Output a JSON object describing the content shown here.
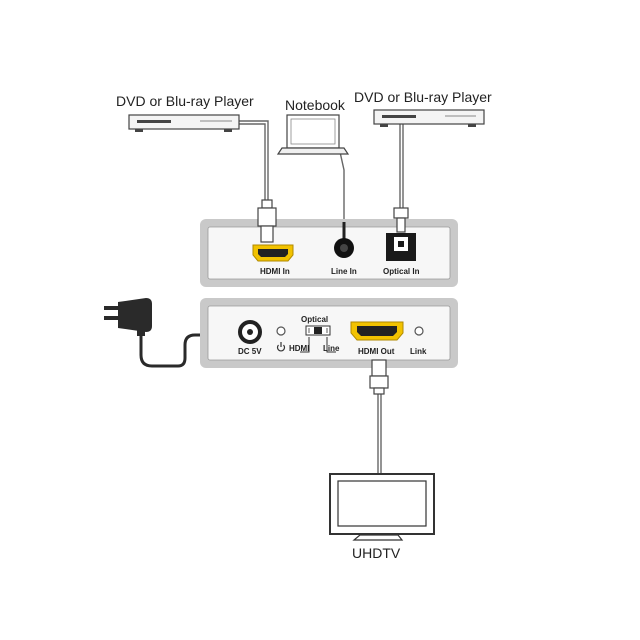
{
  "devices": {
    "dvd_left": "DVD or Blu-ray Player",
    "notebook": "Notebook",
    "dvd_right": "DVD or Blu-ray Player",
    "tv": "UHDTV"
  },
  "front_panel": {
    "hdmi_in": "HDMI In",
    "line_in": "Line In",
    "optical_in": "Optical In"
  },
  "back_panel": {
    "dc": "DC 5V",
    "switch_top": "Optical",
    "switch_left": "HDMI",
    "switch_right": "Line",
    "hdmi_out": "HDMI Out",
    "link": "Link"
  },
  "colors": {
    "panel_outer": "#c9c9c9",
    "panel_inner": "#f7f7f7",
    "hdmi_gold": "#f2c200",
    "line": "#555555"
  }
}
